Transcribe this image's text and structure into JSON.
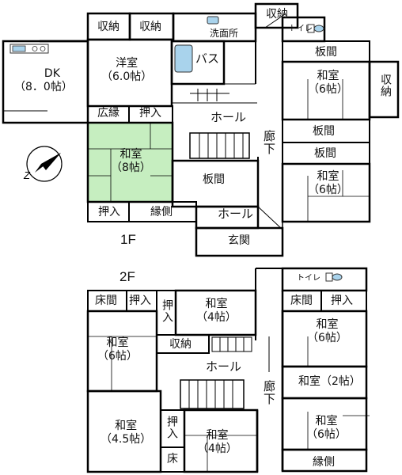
{
  "floors": {
    "first": {
      "label": "1F",
      "rooms": {
        "storage_a": "収納",
        "storage_b": "収納",
        "washroom": "洗面所",
        "storage_c": "収納",
        "toilet": "トイレ",
        "dk_name": "DK",
        "dk_size": "（8．0帖）",
        "western_name": "洋室",
        "western_size": "（6.0帖）",
        "bath": "バス",
        "wood_top_right": "板間",
        "washitsu_ne_name": "和室",
        "washitsu_ne_size": "（6帖）",
        "storage_east": "収納",
        "hiroen": "広縁",
        "oshiire_a": "押入",
        "hall_upper": "ホール",
        "wood_mid_right": "板間",
        "corridor": "廊下",
        "washitsu_main_name": "和室",
        "washitsu_main_size": "（8帖）",
        "wood_center": "板間",
        "wood_right_2": "板間",
        "washitsu_se_name": "和室",
        "washitsu_se_size": "（6帖）",
        "oshiire_b": "押入",
        "engawa": "縁側",
        "hall_lower": "ホール",
        "entrance": "玄関"
      }
    },
    "second": {
      "label": "2F",
      "rooms": {
        "toilet": "トイレ",
        "tokonoma_a": "床間",
        "oshiire_a": "押入",
        "oshiire_b": "押入",
        "washitsu_4a_name": "和室",
        "washitsu_4a_size": "（4帖）",
        "tokonoma_b": "床間",
        "oshiire_c": "押入",
        "washitsu_w6_name": "和室",
        "washitsu_w6_size": "（6帖）",
        "storage": "収納",
        "washitsu_e6_name": "和室",
        "washitsu_e6_size": "（6帖）",
        "hall": "ホール",
        "corridor": "廊下",
        "washitsu_2_name": "和室（2帖）",
        "washitsu_45_name": "和室",
        "washitsu_45_size": "（4.5帖）",
        "oshiire_d": "押入",
        "washitsu_4b_name": "和室",
        "washitsu_4b_size": "（4帖）",
        "washitsu_se6_name": "和室",
        "washitsu_se6_size": "（6帖）",
        "toko": "床",
        "engawa": "縁側"
      }
    }
  },
  "colors": {
    "walls": "#000000",
    "tatami_green": "#c6eec0",
    "fixture_blue": "#a9d3ec"
  },
  "icons": [
    "compass-icon",
    "kitchen-sink-icon",
    "toilet-icon",
    "washbasin-icon",
    "bathtub-icon",
    "stairs-icon"
  ]
}
